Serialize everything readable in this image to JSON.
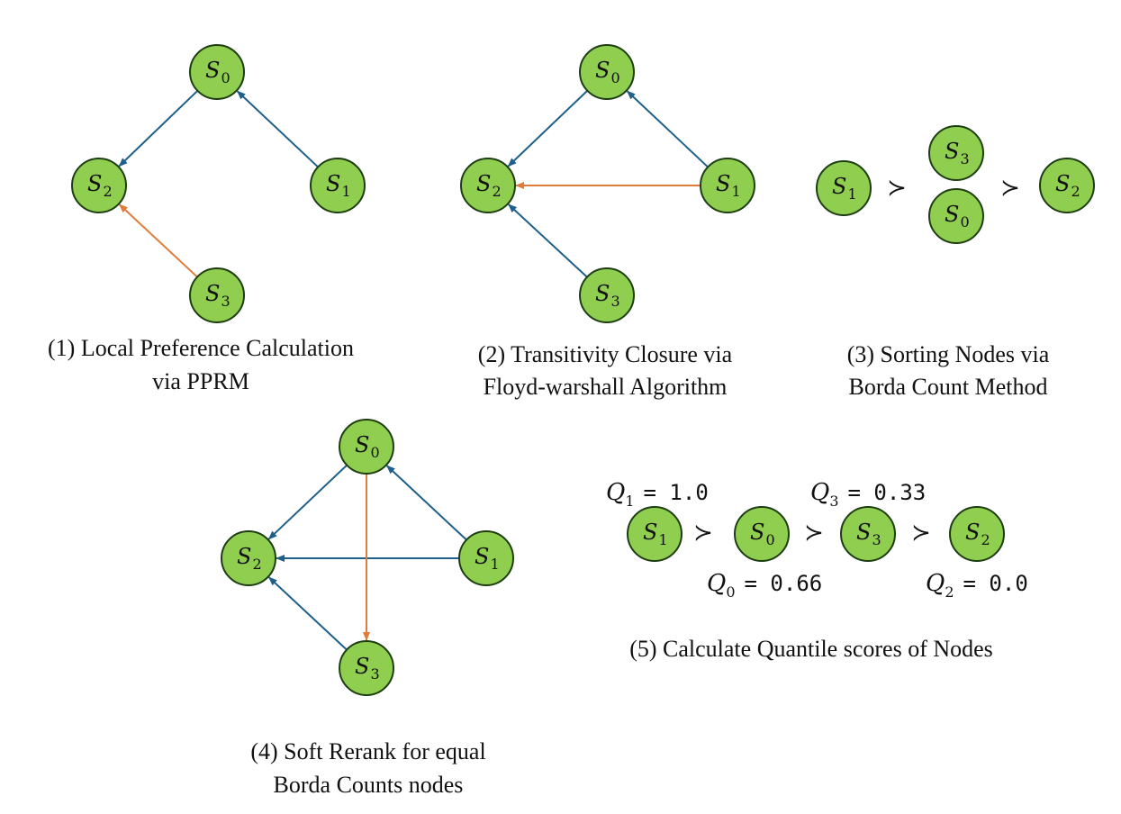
{
  "colors": {
    "node_fill": "#8fce4f",
    "node_stroke": "#1e3d12",
    "edge_blue": "#1f5f8b",
    "edge_orange": "#e07b39"
  },
  "node_labels": {
    "S0": {
      "base": "S",
      "sub": "0"
    },
    "S1": {
      "base": "S",
      "sub": "1"
    },
    "S2": {
      "base": "S",
      "sub": "2"
    },
    "S3": {
      "base": "S",
      "sub": "3"
    }
  },
  "precedence_symbol": "≻",
  "panels": [
    {
      "id": "panel-1",
      "caption_lines": [
        "(1) Local Preference Calculation",
        "via PPRM"
      ],
      "edges": [
        {
          "from": "S0",
          "to": "S2",
          "color": "edge_blue"
        },
        {
          "from": "S1",
          "to": "S0",
          "color": "edge_blue"
        },
        {
          "from": "S3",
          "to": "S2",
          "color": "edge_orange"
        }
      ]
    },
    {
      "id": "panel-2",
      "caption_lines": [
        "(2) Transitivity Closure via",
        "Floyd-warshall Algorithm"
      ],
      "edges": [
        {
          "from": "S0",
          "to": "S2",
          "color": "edge_blue"
        },
        {
          "from": "S1",
          "to": "S0",
          "color": "edge_blue"
        },
        {
          "from": "S1",
          "to": "S2",
          "color": "edge_orange"
        },
        {
          "from": "S3",
          "to": "S2",
          "color": "edge_blue"
        }
      ]
    },
    {
      "id": "panel-3",
      "caption_lines": [
        "(3) Sorting Nodes via",
        "Borda Count Method"
      ],
      "order": [
        "S1",
        "S3",
        "S0",
        "S2"
      ]
    },
    {
      "id": "panel-4",
      "caption_lines": [
        "(4) Soft Rerank for equal",
        "Borda Counts nodes"
      ],
      "edges": [
        {
          "from": "S0",
          "to": "S2",
          "color": "edge_blue"
        },
        {
          "from": "S1",
          "to": "S0",
          "color": "edge_blue"
        },
        {
          "from": "S1",
          "to": "S2",
          "color": "edge_blue"
        },
        {
          "from": "S3",
          "to": "S2",
          "color": "edge_blue"
        },
        {
          "from": "S0",
          "to": "S3",
          "color": "edge_orange"
        }
      ]
    },
    {
      "id": "panel-5",
      "caption_lines": [
        "(5) Calculate Quantile scores of Nodes"
      ],
      "order": [
        "S1",
        "S0",
        "S3",
        "S2"
      ],
      "scores": [
        {
          "node": "S1",
          "base": "Q",
          "sub": "1",
          "value": "= 1.0"
        },
        {
          "node": "S0",
          "base": "Q",
          "sub": "0",
          "value": "= 0.66"
        },
        {
          "node": "S3",
          "base": "Q",
          "sub": "3",
          "value": "= 0.33"
        },
        {
          "node": "S2",
          "base": "Q",
          "sub": "2",
          "value": "= 0.0"
        }
      ]
    }
  ]
}
